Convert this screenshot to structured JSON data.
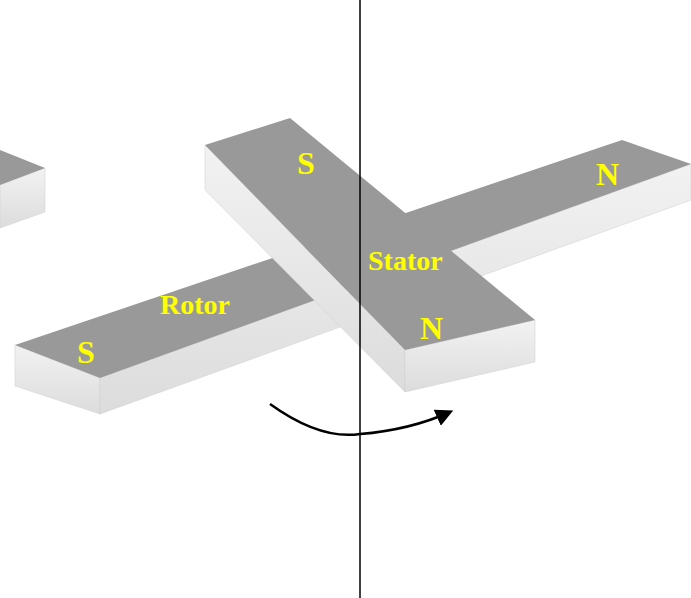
{
  "diagram": {
    "labels": [
      "S",
      "Stator",
      "N",
      "Rotor",
      "S",
      "N"
    ]
  }
}
